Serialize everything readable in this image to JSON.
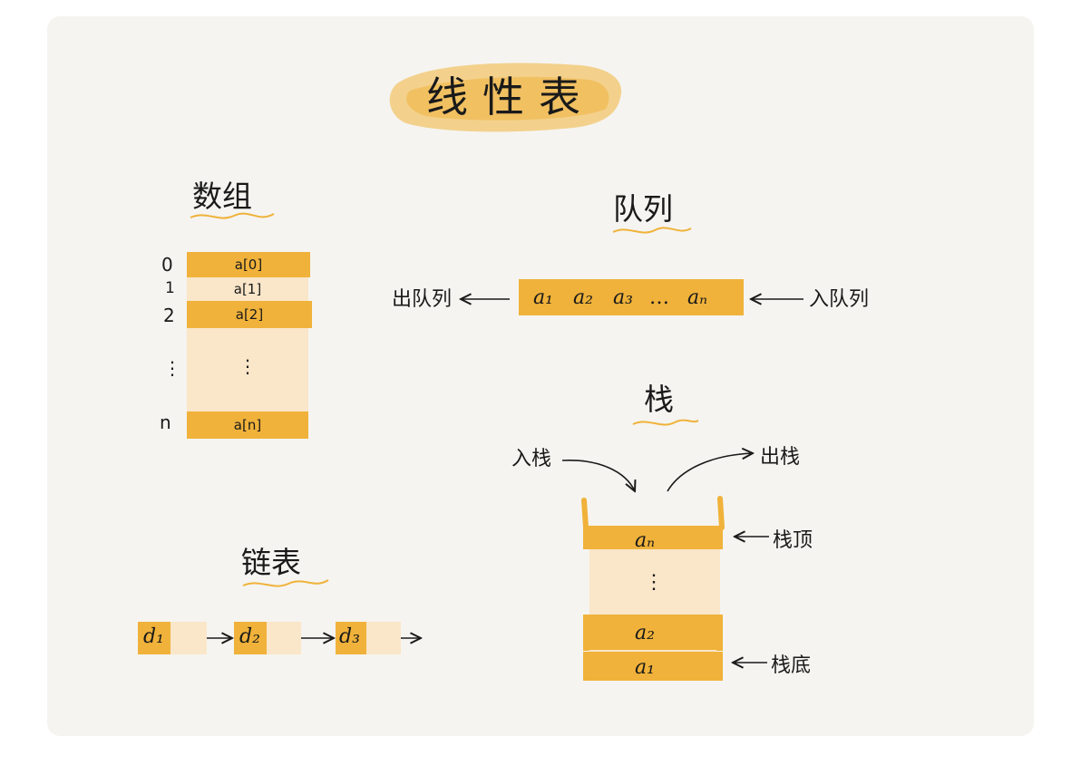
{
  "title": "线性表",
  "array": {
    "heading": "数组",
    "cells": [
      "a[0]",
      "a[1]",
      "a[2]",
      "⋮",
      "a[n]"
    ],
    "indices": [
      "0",
      "1",
      "2",
      "⋮",
      "n"
    ]
  },
  "queue": {
    "heading": "队列",
    "items": [
      "a₁",
      "a₂",
      "a₃",
      "…",
      "aₙ"
    ],
    "dequeue_label": "出队列",
    "enqueue_label": "入队列"
  },
  "stack": {
    "heading": "栈",
    "push_label": "入栈",
    "pop_label": "出栈",
    "top_label": "栈顶",
    "bottom_label": "栈底",
    "items": [
      "aₙ",
      "⋮",
      "a₂",
      "a₁"
    ]
  },
  "linked_list": {
    "heading": "链表",
    "nodes": [
      "d₁",
      "d₂",
      "d₃"
    ]
  },
  "colors": {
    "card": "#f5f4f0",
    "orange": "#f0b23a",
    "pale": "#fae6c9",
    "ink": "#1a1a1a"
  }
}
